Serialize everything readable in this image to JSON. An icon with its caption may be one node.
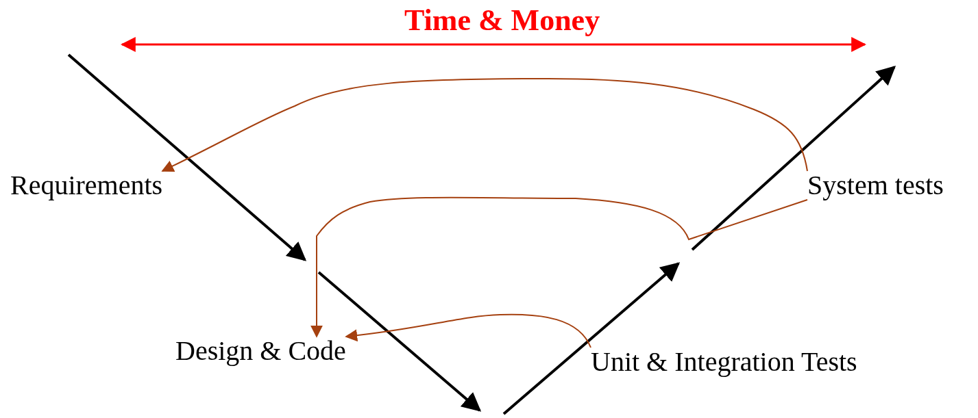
{
  "diagram": {
    "nodes": [
      {
        "text": [
          "Requirements"
        ]
      },
      {
        "text": [
          "System tests"
        ]
      },
      {
        "text": [
          "Design & Code"
        ]
      },
      {
        "text": [
          "Unit & Integration Tests"
        ]
      }
    ],
    "edges": [
      {
        "from": 1,
        "to": 0,
        "arrow": "to",
        "color": "#a5400f"
      },
      {
        "from": 1,
        "to": 2,
        "arrow": "to",
        "color": "#a5400f"
      },
      {
        "from": 3,
        "to": 2,
        "arrow": "to",
        "color": "#a5400f"
      }
    ],
    "labels": [
      "Time & Money"
    ]
  }
}
